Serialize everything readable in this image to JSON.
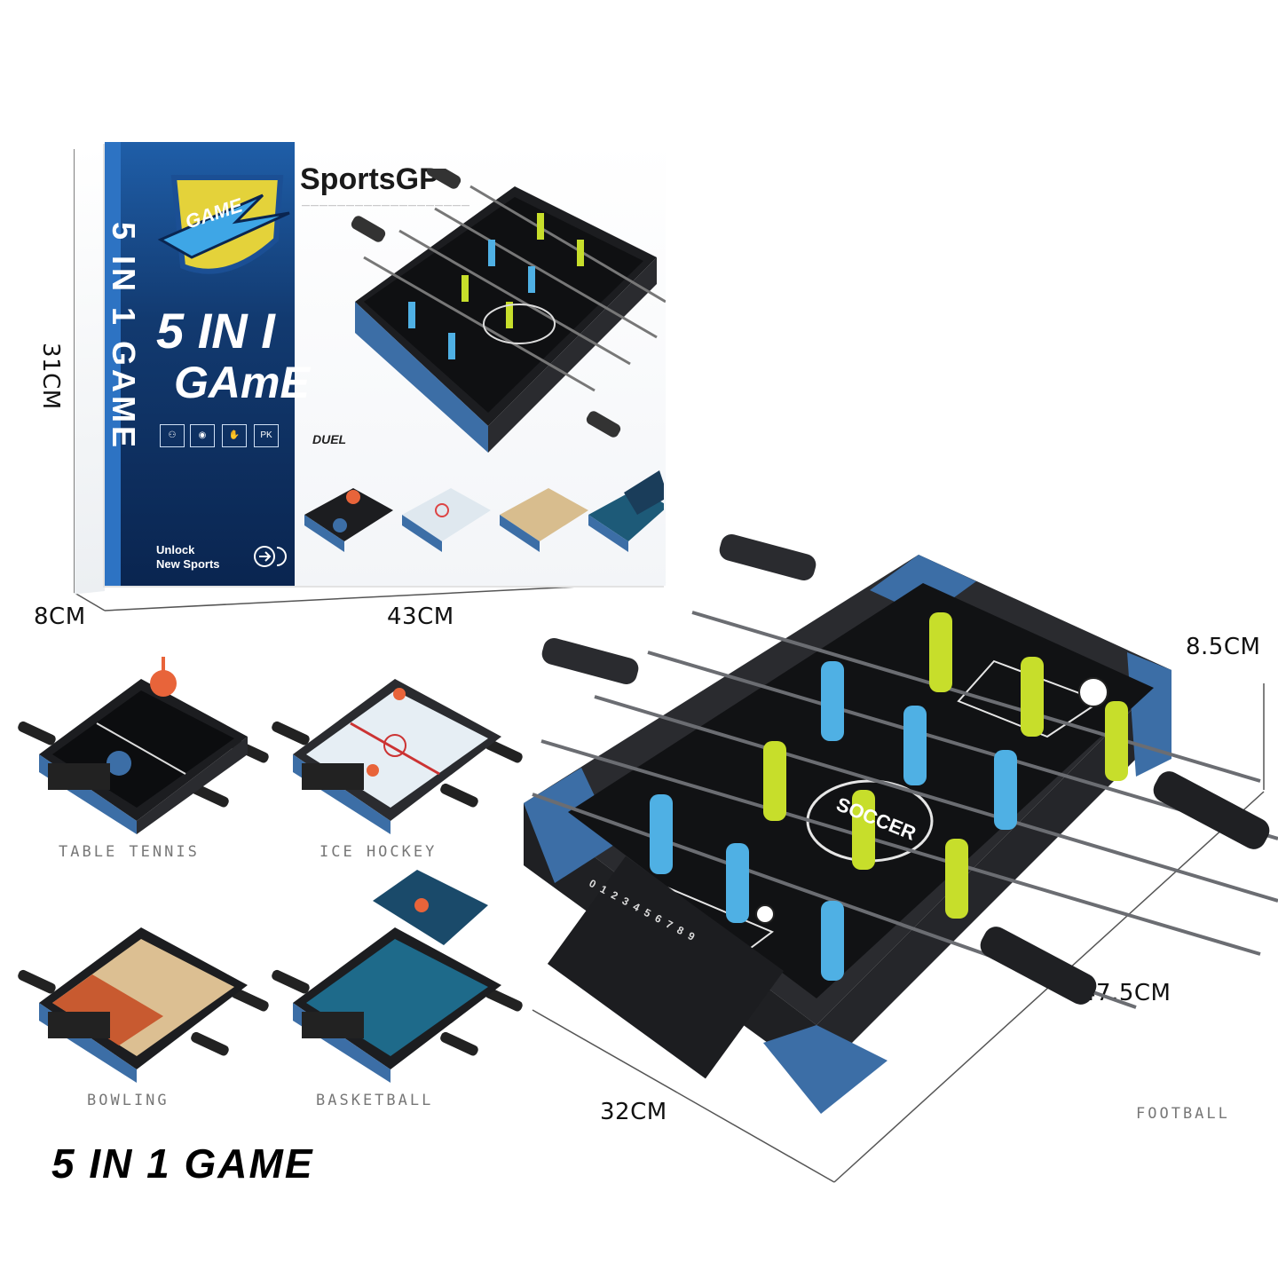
{
  "dimensions": {
    "height": "31CM",
    "depth": "8CM",
    "width": "43CM",
    "table_height": "8.5CM",
    "table_length": "47.5CM",
    "table_width": "32CM"
  },
  "box": {
    "brand": "SportsGP",
    "shield_text": "GAME",
    "title_line1": "5 IN I",
    "title_line2": "GAmE",
    "vertical_text": "5 IN 1 GAME",
    "tagline_line1": "Unlock",
    "tagline_line2": "New Sports",
    "badge_pk": "PK",
    "duel": "DUEL"
  },
  "games": {
    "table_tennis": "TABLE TENNIS",
    "ice_hockey": "ICE HOCKEY",
    "bowling": "BOWLING",
    "basketball": "BASKETBALL",
    "football": "FOOTBALL"
  },
  "table": {
    "center_logo": "SOCCER",
    "score_digits": "0 1 2 3 4 5 6 7 8 9"
  },
  "headline": "5 IN 1 GAME",
  "colors": {
    "rim_blue": "#3c6ea6",
    "body_black": "#1c1d20",
    "player_blue": "#4fb0e4",
    "player_yellow": "#c7de2b",
    "box_blue": "#123a70"
  }
}
